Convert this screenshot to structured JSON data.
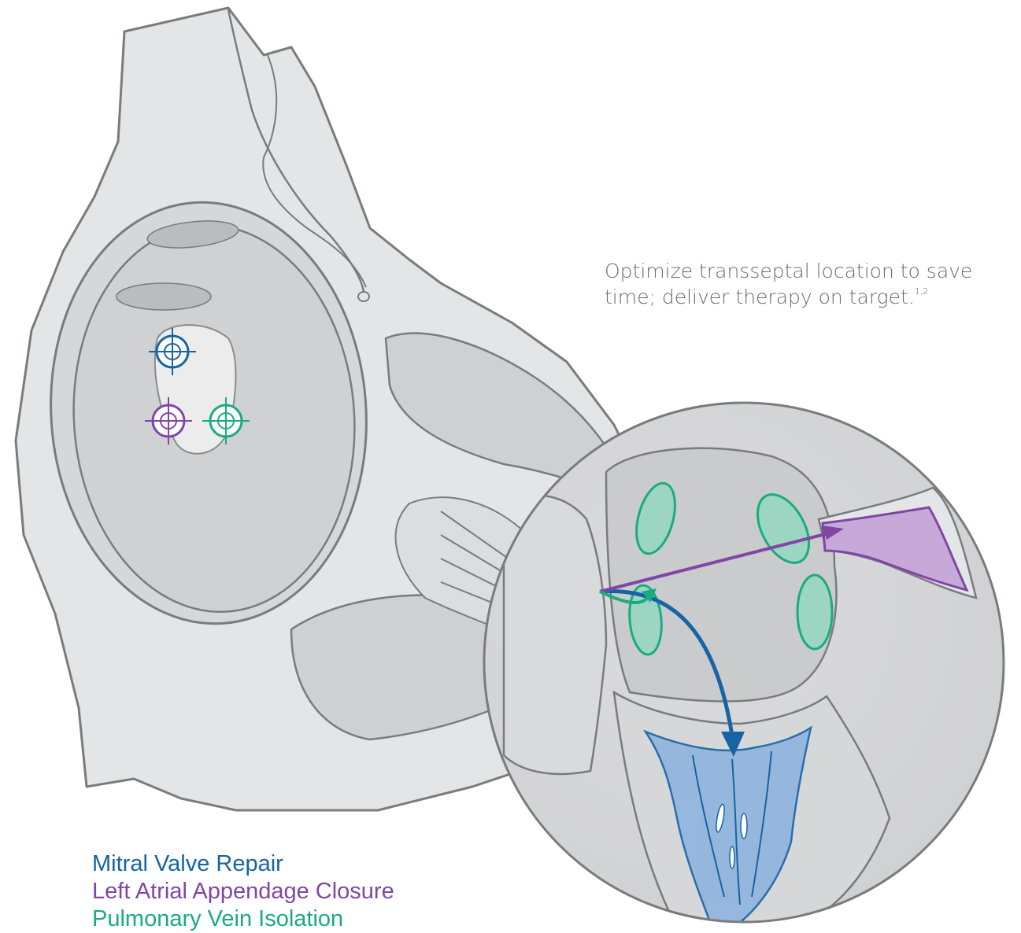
{
  "caption": {
    "text": "Optimize transseptal location to save time; deliver therapy on target.",
    "superscript": "1,2"
  },
  "legend": [
    {
      "label": "Mitral Valve Repair",
      "color": "#1664a3"
    },
    {
      "label": "Left Atrial Appendage Closure",
      "color": "#7f46a6"
    },
    {
      "label": "Pulmonary Vein Isolation",
      "color": "#1aab80"
    }
  ],
  "colors": {
    "tissue": "#e4e5e7",
    "tissue_dark": "#cdcecf",
    "outline": "#7a7b7e",
    "mitral": "#1664a3",
    "appendage": "#7f46a6",
    "pulmonary": "#1aab80"
  }
}
